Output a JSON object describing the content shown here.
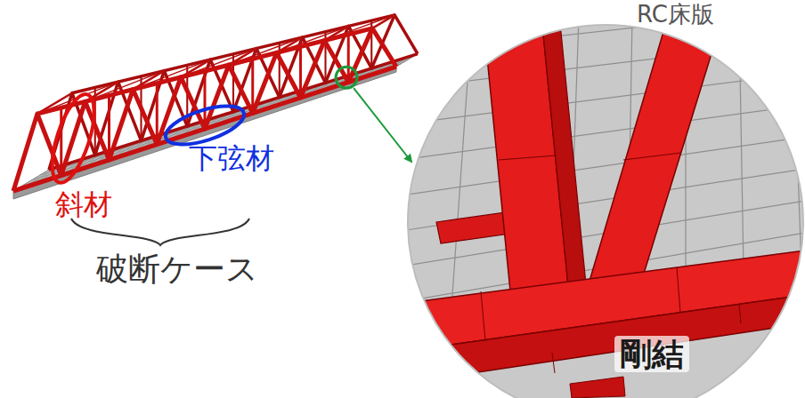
{
  "diagram": {
    "labels": [
      "RC床版",
      "斜材",
      "下弦材",
      "破断ケース",
      "剛結"
    ]
  }
}
